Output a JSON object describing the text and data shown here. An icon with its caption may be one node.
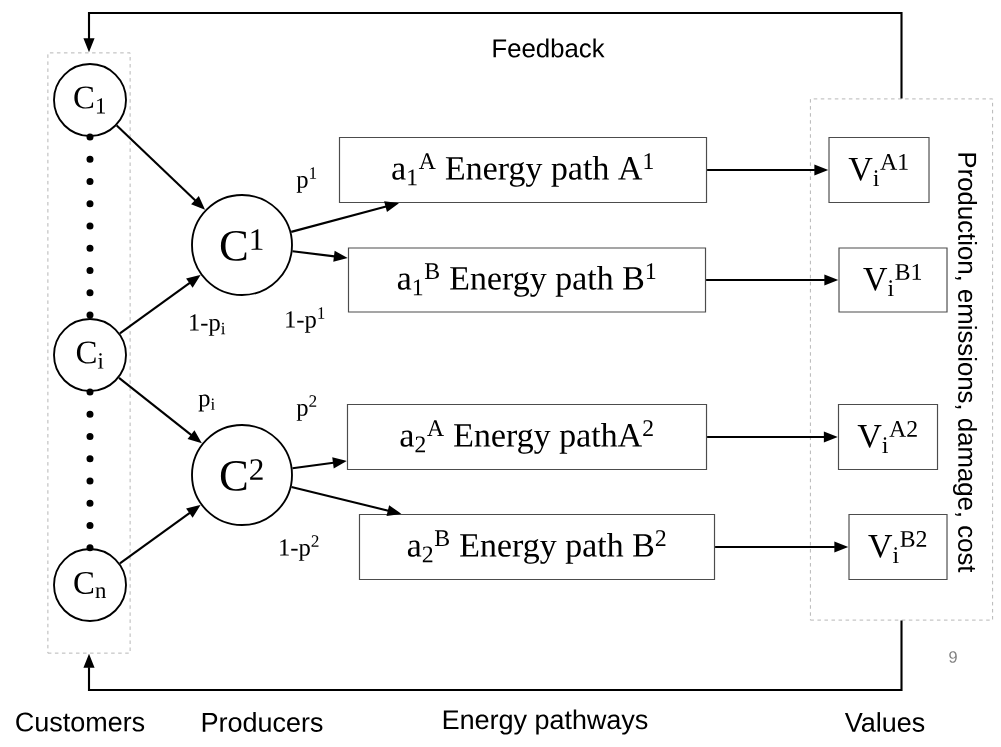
{
  "diagram": {
    "nodes": [
      {
        "text": [],
        "shape": "box"
      },
      {
        "text": [
          "C$_{1}$"
        ],
        "in": 0
      },
      {
        "text": [
          "C$_{i}$"
        ],
        "in": 0
      },
      {
        "text": [
          "C$_{n}$"
        ],
        "in": 0
      },
      {
        "text": [
          "C$^{1}$"
        ]
      },
      {
        "text": [
          "C$^{2}$"
        ]
      },
      {
        "text": [
          "a$_{1}$$^{A}$ Energy path A$^{1}$"
        ]
      },
      {
        "text": [
          "a$_{1}$$^{B}$ Energy path B$^{1}$"
        ]
      },
      {
        "text": [
          "a$_{2}$$^{A}$ Energy pathA$^{2}$"
        ]
      },
      {
        "text": [
          "a$_{2}$$^{B}$ Energy path B$^{2}$"
        ]
      },
      {
        "text": [
          "Production, emissions, damage, cost"
        ]
      },
      {
        "text": [
          "V$_{i}$$^{A1}$"
        ],
        "in": 10
      },
      {
        "text": [
          "V$_{i}$$^{B1}$"
        ],
        "in": 10
      },
      {
        "text": [
          "V$_{i}$$^{A2}$"
        ],
        "in": 10
      },
      {
        "text": [
          "V$_{i}$$^{B2}$"
        ],
        "in": 10
      }
    ],
    "edges": [
      {
        "from": 1,
        "to": 4,
        "arrow": "to"
      },
      {
        "from": 2,
        "to": 4,
        "arrow": "to",
        "label": "1-p$_{i}$"
      },
      {
        "from": 2,
        "to": 5,
        "arrow": "to",
        "label": "p$_{i}$"
      },
      {
        "from": 3,
        "to": 5,
        "arrow": "to"
      },
      {
        "from": 4,
        "to": 6,
        "arrow": "to",
        "label": "p$^{1}$"
      },
      {
        "from": 4,
        "to": 7,
        "arrow": "to",
        "label": "1-p$^{1}$"
      },
      {
        "from": 5,
        "to": 8,
        "arrow": "to",
        "label": "p$^{2}$"
      },
      {
        "from": 5,
        "to": 9,
        "arrow": "to",
        "label": "1-p$^{2}$"
      },
      {
        "from": 6,
        "to": 11,
        "arrow": "to"
      },
      {
        "from": 7,
        "to": 12,
        "arrow": "to"
      },
      {
        "from": 8,
        "to": 13,
        "arrow": "to"
      },
      {
        "from": 9,
        "to": 14,
        "arrow": "to"
      },
      {
        "from": 10,
        "to": 0,
        "arrow": "to",
        "label": "Feedback"
      },
      {
        "from": 10,
        "to": 0,
        "arrow": "to"
      },
      {
        "from": 1,
        "to": 2,
        "arrow": "none",
        "style": "dashed"
      },
      {
        "from": 2,
        "to": 3,
        "arrow": "none",
        "style": "dashed"
      }
    ],
    "labels": [
      "9",
      "Customers",
      "Producers",
      "Energy pathways",
      "Values"
    ]
  }
}
